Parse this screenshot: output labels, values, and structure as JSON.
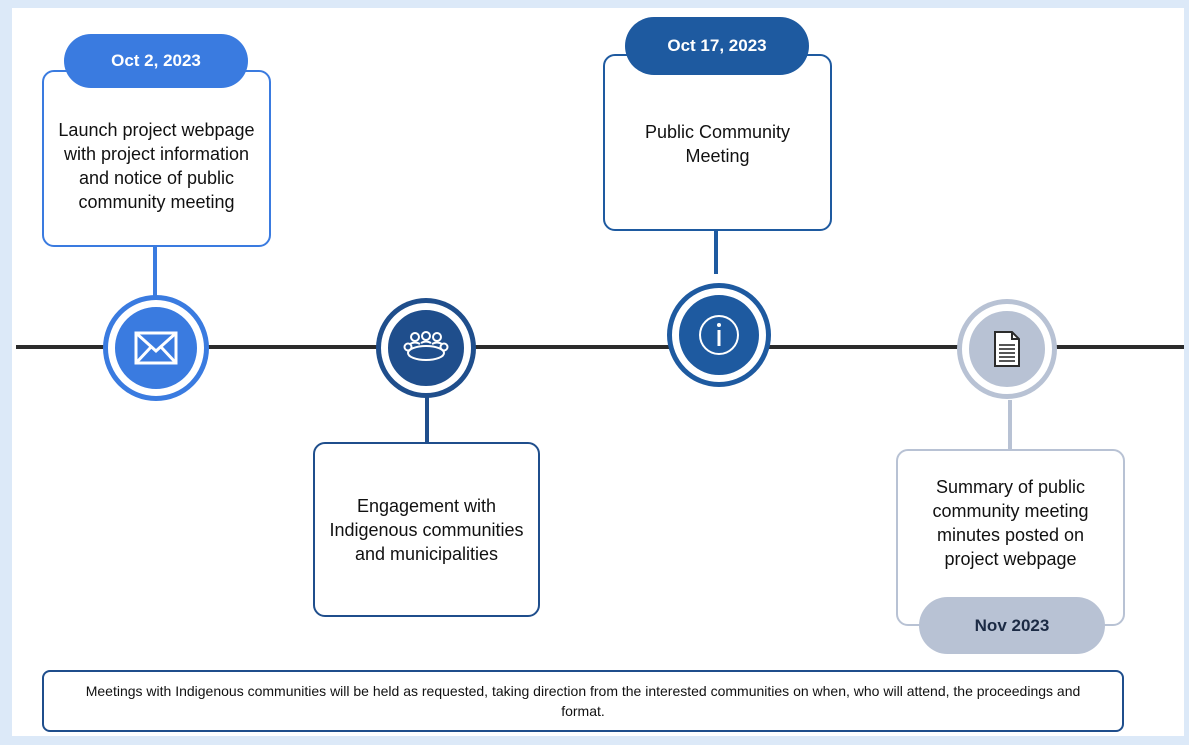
{
  "colors": {
    "page_bg": "#dce9f8",
    "event1_accent": "#3a7be0",
    "event2_accent": "#1f4e8c",
    "event3_accent": "#1e5aa0",
    "event4_accent": "#b8c2d4",
    "event4_text": "#1b2a44",
    "axis": "#2b2b2b"
  },
  "events": [
    {
      "date": "Oct 2, 2023",
      "description": "Launch project webpage with project information and notice of public community meeting",
      "icon": "envelope-icon"
    },
    {
      "date": "",
      "description": "Engagement with Indigenous communities and municipalities",
      "icon": "people-meeting-icon"
    },
    {
      "date": "Oct 17, 2023",
      "description": "Public Community Meeting",
      "icon": "info-icon"
    },
    {
      "date": "Nov 2023",
      "description": "Summary of public community meeting minutes posted on project webpage",
      "icon": "document-icon"
    }
  ],
  "note": "Meetings with Indigenous communities will be held as requested, taking direction from the interested communities on when, who will attend, the proceedings and format."
}
